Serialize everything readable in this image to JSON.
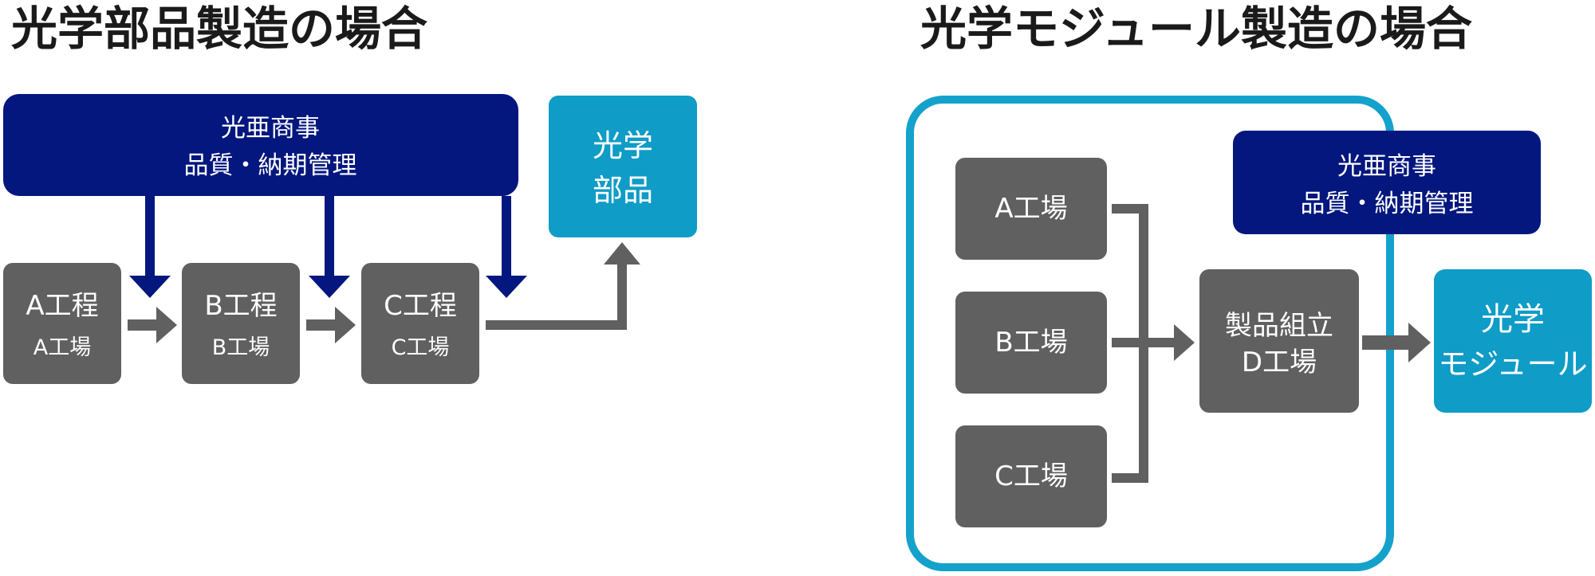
{
  "colors": {
    "gray_box": "#606060",
    "gray_arrow": "#606060",
    "navy": "#03177e",
    "teal": "#0f9cc6",
    "frame": "#14a2cc",
    "title": "#1a1a1a"
  },
  "left": {
    "title": "光学部品製造の場合",
    "mgmt": {
      "line1": "光亜商事",
      "line2": "品質・納期管理"
    },
    "product": {
      "line1": "光学",
      "line2": "部品"
    },
    "steps": [
      {
        "process": "A工程",
        "factory": "A工場"
      },
      {
        "process": "B工程",
        "factory": "B工場"
      },
      {
        "process": "C工程",
        "factory": "C工場"
      }
    ]
  },
  "right": {
    "title": "光学モジュール製造の場合",
    "factories": [
      "A工場",
      "B工場",
      "C工場"
    ],
    "assembly": {
      "line1": "製品組立",
      "line2": "D工場"
    },
    "mgmt": {
      "line1": "光亜商事",
      "line2": "品質・納期管理"
    },
    "product": {
      "line1": "光学",
      "line2": "モジュール"
    }
  }
}
